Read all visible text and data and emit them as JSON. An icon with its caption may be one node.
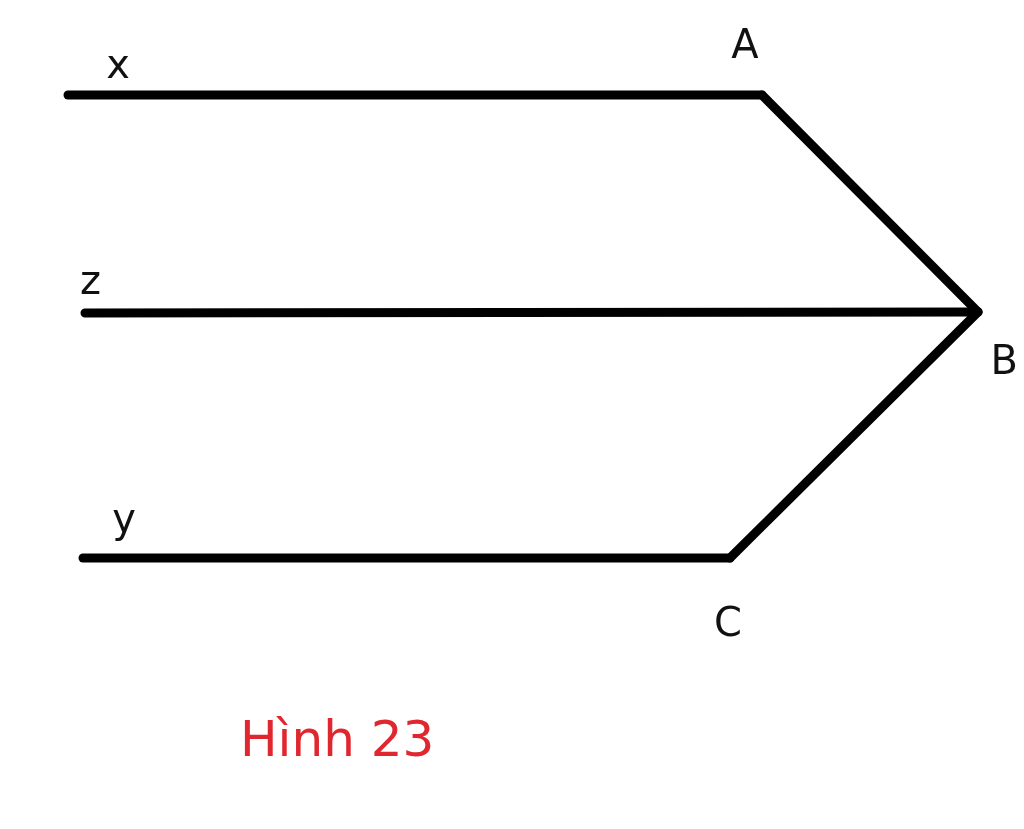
{
  "diagram": {
    "caption": "Hình 23",
    "nodes": [
      {
        "text": [
          "x"
        ]
      },
      {
        "text": [
          "A"
        ]
      },
      {
        "text": [
          "z"
        ]
      },
      {
        "text": [
          "B"
        ]
      },
      {
        "text": [
          "y"
        ]
      },
      {
        "text": [
          "C"
        ]
      }
    ],
    "edges": [
      {
        "from": 0,
        "to": 1,
        "arrow": "none"
      },
      {
        "from": 1,
        "to": 3,
        "arrow": "none"
      },
      {
        "from": 2,
        "to": 3,
        "arrow": "none"
      },
      {
        "from": 3,
        "to": 5,
        "arrow": "none"
      },
      {
        "from": 4,
        "to": 5,
        "arrow": "none"
      }
    ]
  }
}
